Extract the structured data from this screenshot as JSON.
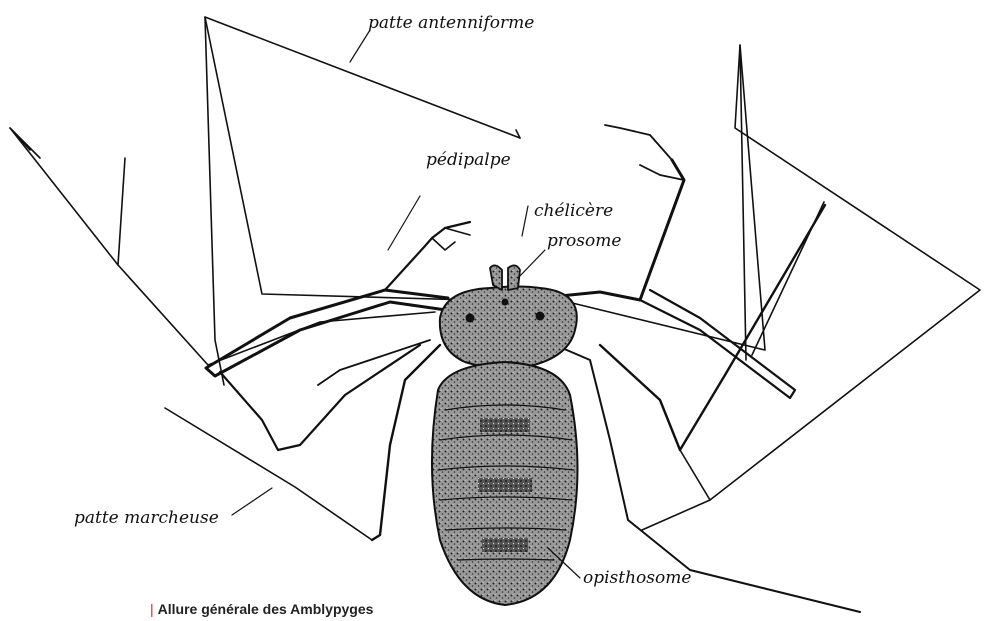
{
  "figure": {
    "labels": {
      "patte_antenniforme": "patte antenniforme",
      "pedipalpe": "pédipalpe",
      "chelicere": "chélicère",
      "prosome": "prosome",
      "patte_marcheuse": "patte marcheuse",
      "opisthosome": "opisthosome"
    },
    "caption": {
      "marker": "|",
      "text": "Allure générale des Amblypyges"
    },
    "colors": {
      "ink": "#111111",
      "caption_marker": "#c8262c",
      "body_fill": "#7a7a7a",
      "background": "#ffffff"
    }
  }
}
